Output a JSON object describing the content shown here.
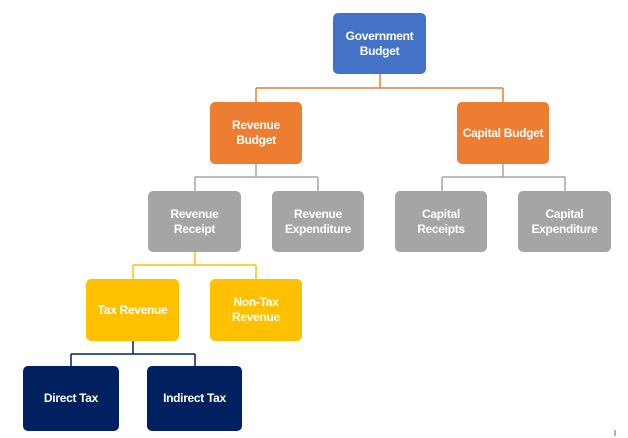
{
  "diagram": {
    "title": "Government Budget",
    "nodes": {
      "government_budget": "Government Budget",
      "revenue_budget": "Revenue Budget",
      "capital_budget": "Capital Budget",
      "revenue_receipt": "Revenue Receipt",
      "revenue_expenditure": "Revenue Expenditure",
      "capital_receipts": "Capital Receipts",
      "capital_expenditure": "Capital Expenditure",
      "tax_revenue": "Tax Revenue",
      "non_tax_revenue": "Non-Tax Revenue",
      "direct_tax": "Direct Tax",
      "indirect_tax": "Indirect Tax"
    },
    "colors": {
      "level1": "#4472c4",
      "level2": "#ed7d31",
      "level3": "#a5a5a5",
      "level4": "#ffc000",
      "level5": "#002060"
    }
  }
}
